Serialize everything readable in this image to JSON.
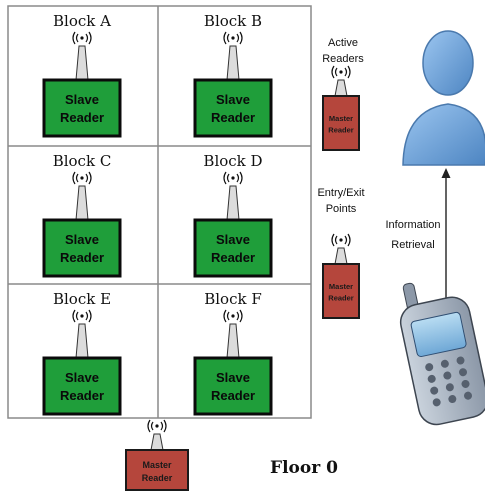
{
  "top_fragment": "",
  "blocks": [
    {
      "name": "Block A",
      "reader": [
        "Slave",
        "Reader"
      ]
    },
    {
      "name": "Block B",
      "reader": [
        "Slave",
        "Reader"
      ]
    },
    {
      "name": "Block C",
      "reader": [
        "Slave",
        "Reader"
      ]
    },
    {
      "name": "Block D",
      "reader": [
        "Slave",
        "Reader"
      ]
    },
    {
      "name": "Block E",
      "reader": [
        "Slave",
        "Reader"
      ]
    },
    {
      "name": "Block F",
      "reader": [
        "Slave",
        "Reader"
      ]
    }
  ],
  "active_readers_label": [
    "Active",
    "Readers"
  ],
  "entry_exit_label": [
    "Entry/Exit",
    "Points"
  ],
  "information_retrieval_label": [
    "Information",
    "Retrieval"
  ],
  "master_reader": [
    "Master",
    "Reader"
  ],
  "floor_label": "Floor 0",
  "colors": {
    "slave_fill": "#1f9e3a",
    "slave_border": "#0b0b0b",
    "master_fill": "#b5463c",
    "person": "#6fa4d8",
    "grid_line": "#8a8a8a"
  }
}
